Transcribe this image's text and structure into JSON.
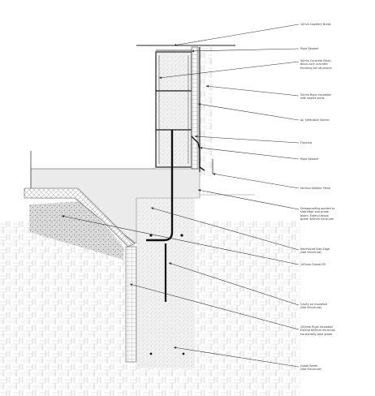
{
  "callouts": [
    "10mm Capillary Break",
    "Rigid Sealant",
    "90mm Concrete Block,\nBlock-core concrete\nfinishing per structural",
    "50mm Rigid insulation\nwith sealed joints",
    "Air Infiltration Barrier",
    "Flashing",
    "Rigid Sealant",
    "Vertical Sealant Plane",
    "Dampproofing applied to\nslab edge and grade\nbeam. Extend below\ngrade 300mm minimum",
    "Reinforced Slab Edge\n(Not Structural)",
    "100mm Gravel Fill",
    "Cavity air insulated\n(Not Structural)",
    "100mm Rigid Insulation\nExtend 600mm minimum\nhorizontally past grade",
    "Grade Beam\n(Not Structural)"
  ]
}
